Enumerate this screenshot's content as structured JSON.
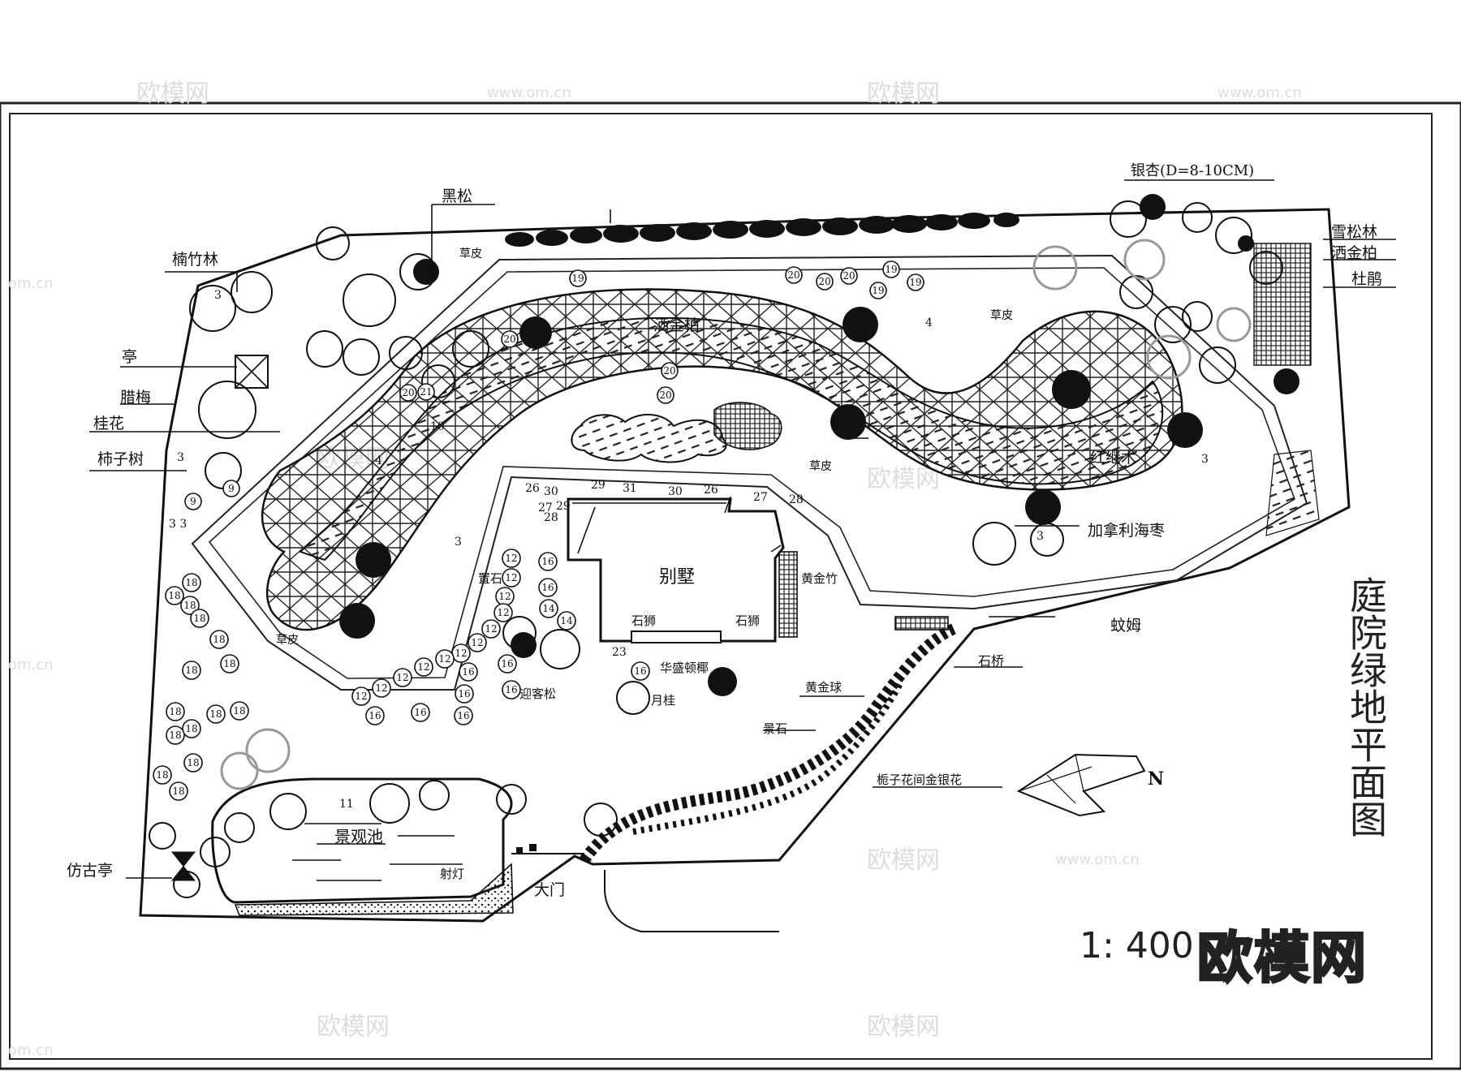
{
  "title": "庭院绿地平面图",
  "scale": "1: 400",
  "brand": "欧模网",
  "watermarks": {
    "logo": "欧模网",
    "site": "www.om.cn",
    "site_short": "om.cn"
  },
  "labels": {
    "ginkgo": "银杏(D=8-10CM)",
    "black_pine": "黑松",
    "cedar": "雪松林",
    "gold_cypress": "洒金柏",
    "azalea": "杜鹃",
    "bamboo": "楠竹林",
    "pavilion": "亭",
    "wintersweet": "腊梅",
    "osmanthus": "桂花",
    "persimmon": "柿子树",
    "lawn": "草皮",
    "spiraea": "洒金柏",
    "loropetalum": "红继木",
    "hippophae": "加拿利海枣",
    "villa": "别墅",
    "bamboo_gold": "黄金竹",
    "stone_lion": "石狮",
    "yucca": "蚊姆",
    "stone_bridge": "石桥",
    "washingtonia": "华盛顿椰",
    "gold_ball": "黄金球",
    "scenic_stone": "景石",
    "placed_stone": "置石",
    "pine_welcome": "迎客松",
    "moon_osmanthus": "月桂",
    "gardenia": "栀子花间金银花",
    "pond": "景观池",
    "spot_light": "射灯",
    "gate": "大门",
    "ancient_pavilion": "仿古亭",
    "north": "N"
  },
  "numbers": {
    "n3": "3",
    "n33": "3 3",
    "n4": "4",
    "n9": "9",
    "n10": "10",
    "n11": "11",
    "n12": "12",
    "n14": "14",
    "n16": "16",
    "n18": "18",
    "n19": "19",
    "n20": "20",
    "n21": "21",
    "n23": "23",
    "n26": "26",
    "n27": "27",
    "n28": "28",
    "n29": "29",
    "n30": "30",
    "n31": "31"
  }
}
